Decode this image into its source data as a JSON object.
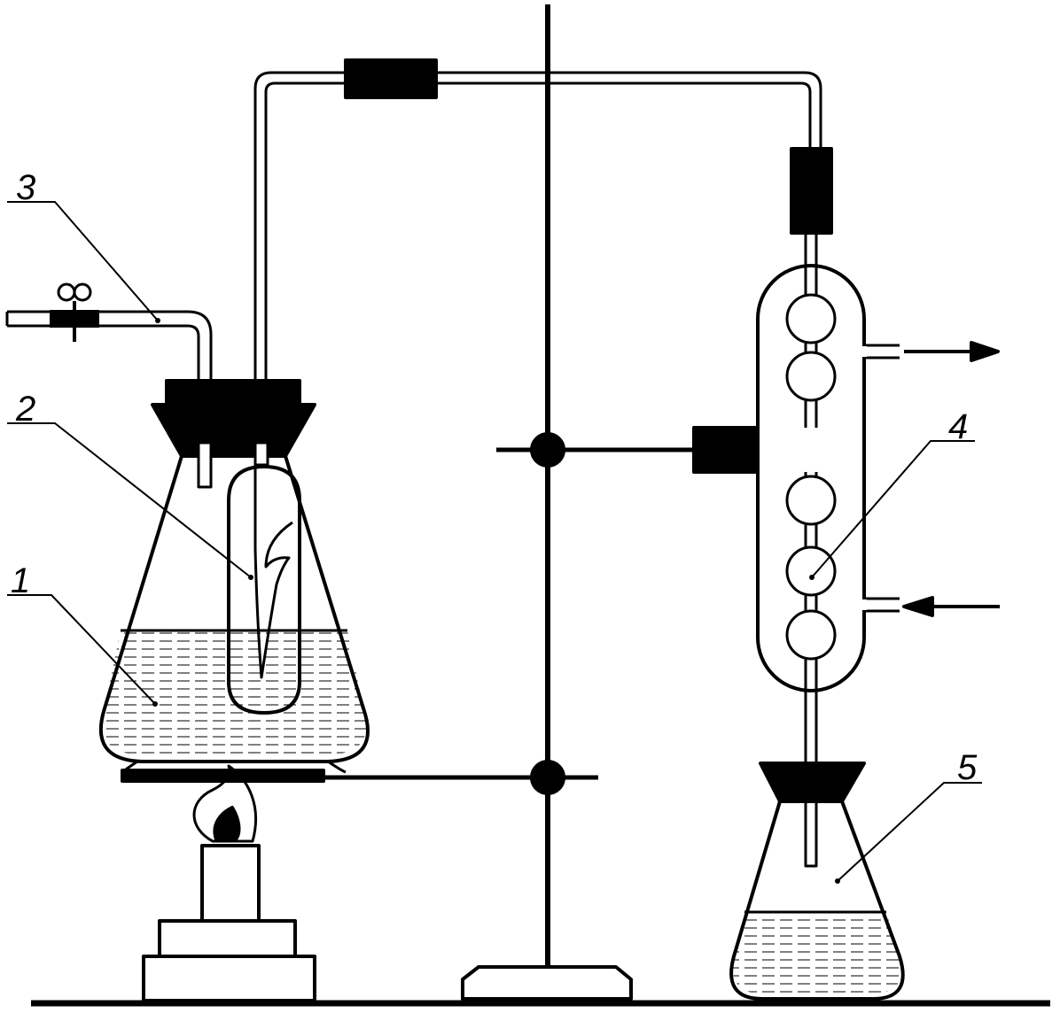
{
  "labels": {
    "flask": "1",
    "test_tube": "2",
    "side_tube": "3",
    "condenser": "4",
    "receiver": "5"
  },
  "colors": {
    "ink": "#000000",
    "background": "#ffffff"
  }
}
